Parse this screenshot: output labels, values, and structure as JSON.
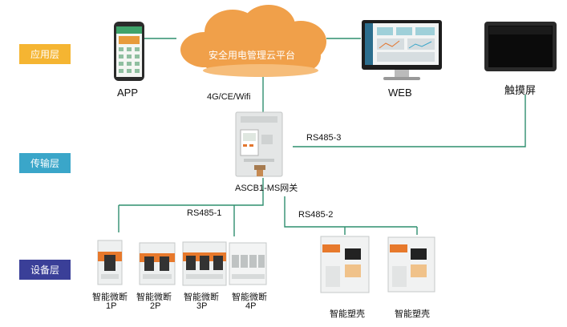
{
  "layers": {
    "application": "应用层",
    "transmission": "传输层",
    "device": "设备层"
  },
  "cloud": {
    "title": "安全用电管理云平台"
  },
  "top_devices": {
    "app": "APP",
    "web": "WEB",
    "touchscreen": "触摸屏"
  },
  "links": {
    "network": "4G/CE/Wifi",
    "rs485_3": "RS485-3",
    "rs485_1": "RS485-1",
    "rs485_2": "RS485-2"
  },
  "gateway": {
    "name": "ASCB1-MS网关"
  },
  "breakers": [
    {
      "name": "智能微断",
      "poles": "1P"
    },
    {
      "name": "智能微断",
      "poles": "2P"
    },
    {
      "name": "智能微断",
      "poles": "3P"
    },
    {
      "name": "智能微断",
      "poles": "4P"
    }
  ],
  "moulded_case": [
    {
      "name": "智能塑壳"
    },
    {
      "name": "智能塑壳"
    }
  ],
  "colors": {
    "application_tag": "#f5b532",
    "transmission_tag": "#3aa6c9",
    "device_tag": "#3a3f98",
    "cloud": "#f0a04a",
    "connector": "#2f8f6f"
  }
}
